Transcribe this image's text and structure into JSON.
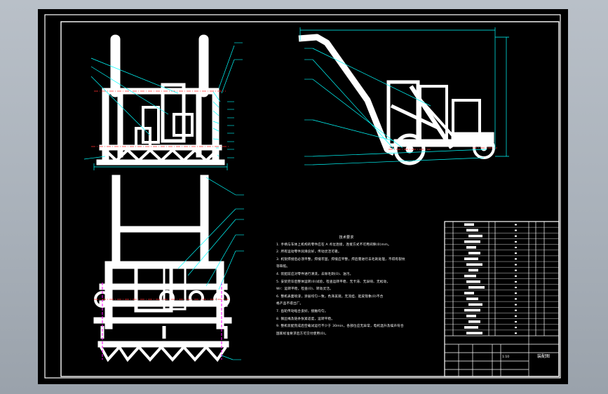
{
  "technical_requirements": {
    "title": "技术要求",
    "lines": [
      "1. 手柄与车体上机构的零件应在 A 点位连接，连接方式不可用间隙(0)mm。",
      "2. 所有运动零件润滑良好，传动灵活可靠。",
      "3. 机架焊接后必须平整，焊缝牢固，焊缝应平整，焊后需进行去毛刺处理，不得有裂纹",
      "   等缺陷。",
      "4. 装配前应对零件进行清洗，去除毛刺(0)、油污。",
      "5. 安装完毕后整体运转(0)试验，检查运转平稳、无卡滞、无异响、无松动，",
      "   Wr：运转平稳，检查(0)、转动灵活。",
      "6. 整机表面喷漆，涂层均匀一致，色泽美观，无流挂、起皮现象(0)不合",
      "   格产品不得出厂。",
      "7. 齿轮传动啮合良好，接触均匀。",
      "8. 钢丝绳及链条张紧适度，运转平稳。",
      "9. 整机装配完成后空载试运行不少于 30min，各部位应无异常，电机温升及噪声符合",
      "   国家标准要求后方可交付使用(0)。"
    ]
  },
  "title_block": {
    "project_label": "装配图",
    "scale_label": "1:10",
    "bom_rows": 20
  },
  "colors": {
    "line": "#ffffff",
    "annotation": "#00ffff",
    "accent": "#ff00ff",
    "centerline": "#ff3030",
    "background": "#000000",
    "frame": "#b9c0c8"
  }
}
